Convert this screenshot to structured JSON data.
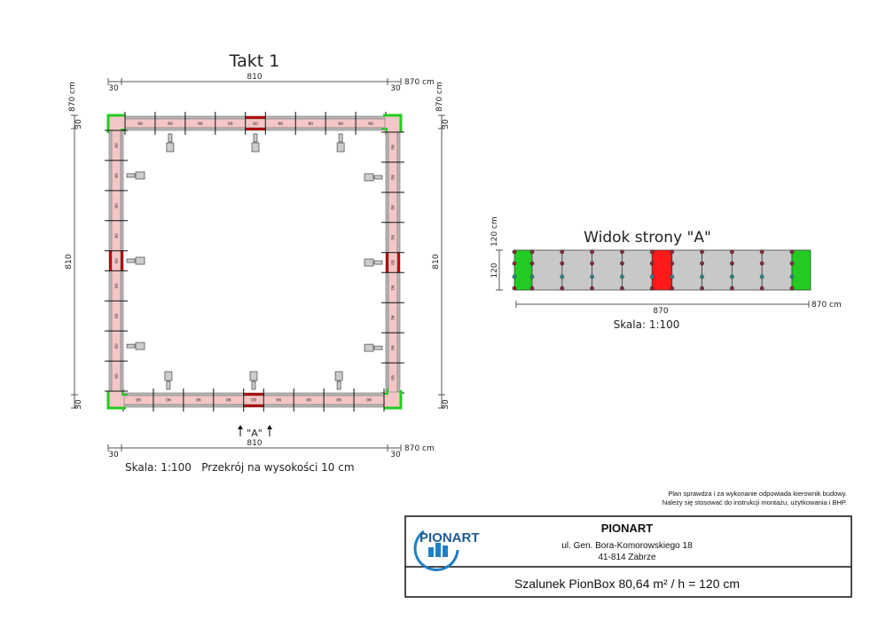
{
  "plan": {
    "title": "Takt 1",
    "dim_total": "810",
    "dim_corner": "30",
    "dim_overall": "870 cm",
    "panel_widths": [
      "90",
      "90",
      "90",
      "90",
      "60",
      "90",
      "90",
      "90",
      "90"
    ],
    "view_marker": "\"A\"",
    "caption": "Skala: 1:100   Przekrój na wysokości 10 cm"
  },
  "side_view": {
    "title": "Widok strony \"A\"",
    "height_label": "120",
    "height_overall": "120 cm",
    "width_label": "870",
    "width_overall": "870 cm",
    "caption": "Skala: 1:100"
  },
  "colors": {
    "panel": "#f4c6c6",
    "panel_60": "#c00000",
    "corner": "#22cc22",
    "side_panel": "#c8c8c8",
    "side_red": "#ff1a1a",
    "logo": "#1f7fc4"
  },
  "notes": {
    "line1": "Plan sprawdza i za wykonanie odpowiada kierownik budowy.",
    "line2": "Należy się stosować do instrukcji montażu, użytkowania i BHP."
  },
  "title_block": {
    "logo_text": "PIONART",
    "company": "PIONART",
    "address1": "ul. Gen. Bora-Komorowskiego 18",
    "address2": "41-814 Zabrze",
    "description": "Szalunek PionBox 80,64 m² / h = 120 cm"
  }
}
